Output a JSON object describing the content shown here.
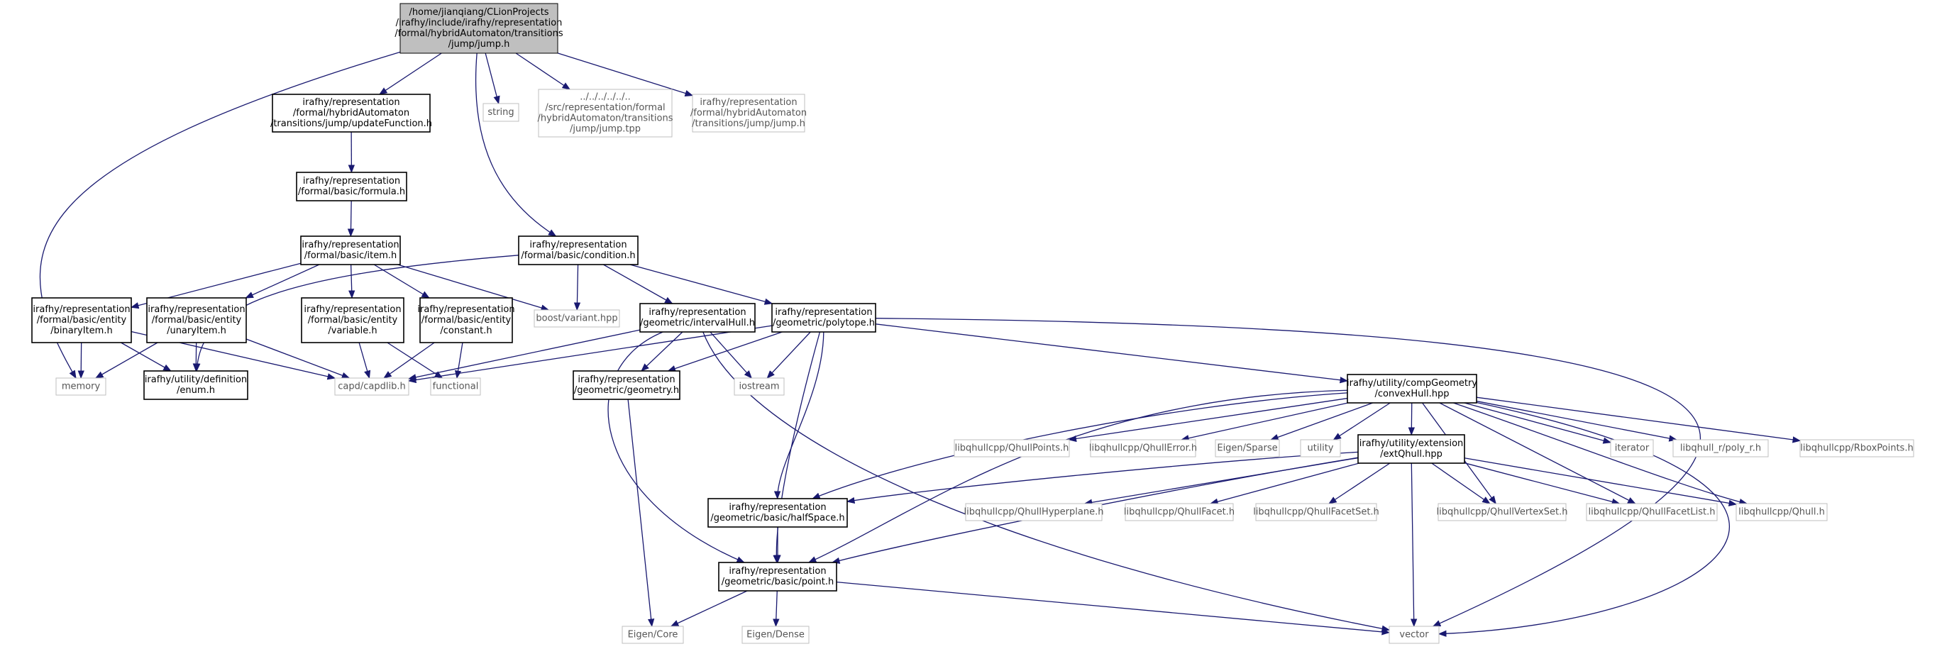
{
  "title": "Include dependency graph for jump.h",
  "nodes": [
    {
      "id": "root",
      "lines": [
        "/home/jianqiang/CLionProjects",
        "/irafhy/include/irafhy/representation",
        "/formal/hybridAutomaton/transitions",
        "/jump/jump.h"
      ],
      "style": "root"
    },
    {
      "id": "updateFunction",
      "lines": [
        "irafhy/representation",
        "/formal/hybridAutomaton",
        "/transitions/jump/updateFunction.h"
      ],
      "style": "doc"
    },
    {
      "id": "string",
      "lines": [
        "string"
      ],
      "style": "ext"
    },
    {
      "id": "jump_tpp",
      "lines": [
        "../../../../../..",
        "/src/representation/formal",
        "/hybridAutomaton/transitions",
        "/jump/jump.tpp"
      ],
      "style": "ext"
    },
    {
      "id": "jump_h",
      "lines": [
        "irafhy/representation",
        "/formal/hybridAutomaton",
        "/transitions/jump/jump.h"
      ],
      "style": "ext"
    },
    {
      "id": "formula",
      "lines": [
        "irafhy/representation",
        "/formal/basic/formula.h"
      ],
      "style": "doc"
    },
    {
      "id": "item",
      "lines": [
        "irafhy/representation",
        "/formal/basic/item.h"
      ],
      "style": "doc"
    },
    {
      "id": "condition",
      "lines": [
        "irafhy/representation",
        "/formal/basic/condition.h"
      ],
      "style": "doc"
    },
    {
      "id": "binaryItem",
      "lines": [
        "irafhy/representation",
        "/formal/basic/entity",
        "/binaryItem.h"
      ],
      "style": "doc"
    },
    {
      "id": "unaryItem",
      "lines": [
        "irafhy/representation",
        "/formal/basic/entity",
        "/unaryItem.h"
      ],
      "style": "doc"
    },
    {
      "id": "variable",
      "lines": [
        "irafhy/representation",
        "/formal/basic/entity",
        "/variable.h"
      ],
      "style": "doc"
    },
    {
      "id": "constant",
      "lines": [
        "irafhy/representation",
        "/formal/basic/entity",
        "/constant.h"
      ],
      "style": "doc"
    },
    {
      "id": "boost_variant",
      "lines": [
        "boost/variant.hpp"
      ],
      "style": "ext"
    },
    {
      "id": "intervalHull",
      "lines": [
        "irafhy/representation",
        "/geometric/intervalHull.h"
      ],
      "style": "doc"
    },
    {
      "id": "polytope",
      "lines": [
        "irafhy/representation",
        "/geometric/polytope.h"
      ],
      "style": "doc"
    },
    {
      "id": "memory",
      "lines": [
        "memory"
      ],
      "style": "ext"
    },
    {
      "id": "enum",
      "lines": [
        "irafhy/utility/definition",
        "/enum.h"
      ],
      "style": "doc"
    },
    {
      "id": "capdlib",
      "lines": [
        "capd/capdlib.h"
      ],
      "style": "ext"
    },
    {
      "id": "functional",
      "lines": [
        "functional"
      ],
      "style": "ext"
    },
    {
      "id": "geometry",
      "lines": [
        "irafhy/representation",
        "/geometric/geometry.h"
      ],
      "style": "doc"
    },
    {
      "id": "iostream",
      "lines": [
        "iostream"
      ],
      "style": "ext"
    },
    {
      "id": "convexHull",
      "lines": [
        "irafhy/utility/compGeometry",
        "/convexHull.hpp"
      ],
      "style": "doc"
    },
    {
      "id": "QhullPoints",
      "lines": [
        "libqhullcpp/QhullPoints.h"
      ],
      "style": "ext"
    },
    {
      "id": "QhullError",
      "lines": [
        "libqhullcpp/QhullError.h"
      ],
      "style": "ext"
    },
    {
      "id": "EigenSparse",
      "lines": [
        "Eigen/Sparse"
      ],
      "style": "ext"
    },
    {
      "id": "utility",
      "lines": [
        "utility"
      ],
      "style": "ext"
    },
    {
      "id": "extQhull",
      "lines": [
        "irafhy/utility/extension",
        "/extQhull.hpp"
      ],
      "style": "doc"
    },
    {
      "id": "iterator",
      "lines": [
        "iterator"
      ],
      "style": "ext"
    },
    {
      "id": "poly_r",
      "lines": [
        "libqhull_r/poly_r.h"
      ],
      "style": "ext"
    },
    {
      "id": "RboxPoints",
      "lines": [
        "libqhullcpp/RboxPoints.h"
      ],
      "style": "ext"
    },
    {
      "id": "halfSpace",
      "lines": [
        "irafhy/representation",
        "/geometric/basic/halfSpace.h"
      ],
      "style": "doc"
    },
    {
      "id": "QhullHyperplane",
      "lines": [
        "libqhullcpp/QhullHyperplane.h"
      ],
      "style": "ext"
    },
    {
      "id": "QhullFacet",
      "lines": [
        "libqhullcpp/QhullFacet.h"
      ],
      "style": "ext"
    },
    {
      "id": "QhullFacetSet",
      "lines": [
        "libqhullcpp/QhullFacetSet.h"
      ],
      "style": "ext"
    },
    {
      "id": "QhullVertexSet",
      "lines": [
        "libqhullcpp/QhullVertexSet.h"
      ],
      "style": "ext"
    },
    {
      "id": "QhullFacetList",
      "lines": [
        "libqhullcpp/QhullFacetList.h"
      ],
      "style": "ext"
    },
    {
      "id": "Qhull",
      "lines": [
        "libqhullcpp/Qhull.h"
      ],
      "style": "ext"
    },
    {
      "id": "point",
      "lines": [
        "irafhy/representation",
        "/geometric/basic/point.h"
      ],
      "style": "doc"
    },
    {
      "id": "EigenCore",
      "lines": [
        "Eigen/Core"
      ],
      "style": "ext"
    },
    {
      "id": "EigenDense",
      "lines": [
        "Eigen/Dense"
      ],
      "style": "ext"
    },
    {
      "id": "vector",
      "lines": [
        "vector"
      ],
      "style": "ext"
    }
  ],
  "edges": [
    [
      "root",
      "memory"
    ],
    [
      "root",
      "updateFunction"
    ],
    [
      "root",
      "string"
    ],
    [
      "root",
      "jump_tpp"
    ],
    [
      "root",
      "jump_h"
    ],
    [
      "root",
      "condition"
    ],
    [
      "updateFunction",
      "formula"
    ],
    [
      "formula",
      "item"
    ],
    [
      "item",
      "binaryItem"
    ],
    [
      "item",
      "unaryItem"
    ],
    [
      "item",
      "variable"
    ],
    [
      "item",
      "constant"
    ],
    [
      "item",
      "boost_variant"
    ],
    [
      "condition",
      "enum"
    ],
    [
      "condition",
      "boost_variant"
    ],
    [
      "condition",
      "intervalHull"
    ],
    [
      "condition",
      "polytope"
    ],
    [
      "binaryItem",
      "memory"
    ],
    [
      "binaryItem",
      "enum"
    ],
    [
      "binaryItem",
      "capdlib"
    ],
    [
      "unaryItem",
      "memory"
    ],
    [
      "unaryItem",
      "enum"
    ],
    [
      "unaryItem",
      "capdlib"
    ],
    [
      "variable",
      "capdlib"
    ],
    [
      "variable",
      "functional"
    ],
    [
      "constant",
      "capdlib"
    ],
    [
      "constant",
      "functional"
    ],
    [
      "intervalHull",
      "capdlib"
    ],
    [
      "intervalHull",
      "geometry"
    ],
    [
      "intervalHull",
      "iostream"
    ],
    [
      "intervalHull",
      "point"
    ],
    [
      "intervalHull",
      "vector"
    ],
    [
      "polytope",
      "capdlib"
    ],
    [
      "polytope",
      "geometry"
    ],
    [
      "polytope",
      "iostream"
    ],
    [
      "polytope",
      "convexHull"
    ],
    [
      "polytope",
      "halfSpace"
    ],
    [
      "polytope",
      "point"
    ],
    [
      "polytope",
      "vector"
    ],
    [
      "geometry",
      "EigenCore"
    ],
    [
      "convexHull",
      "QhullPoints"
    ],
    [
      "convexHull",
      "QhullError"
    ],
    [
      "convexHull",
      "EigenSparse"
    ],
    [
      "convexHull",
      "utility"
    ],
    [
      "convexHull",
      "extQhull"
    ],
    [
      "convexHull",
      "iterator"
    ],
    [
      "convexHull",
      "poly_r"
    ],
    [
      "convexHull",
      "RboxPoints"
    ],
    [
      "convexHull",
      "halfSpace"
    ],
    [
      "convexHull",
      "point"
    ],
    [
      "convexHull",
      "QhullVertexSet"
    ],
    [
      "convexHull",
      "QhullFacetList"
    ],
    [
      "convexHull",
      "Qhull"
    ],
    [
      "convexHull",
      "vector"
    ],
    [
      "extQhull",
      "halfSpace"
    ],
    [
      "extQhull",
      "point"
    ],
    [
      "extQhull",
      "QhullHyperplane"
    ],
    [
      "extQhull",
      "QhullFacet"
    ],
    [
      "extQhull",
      "QhullFacetSet"
    ],
    [
      "extQhull",
      "QhullVertexSet"
    ],
    [
      "extQhull",
      "QhullFacetList"
    ],
    [
      "extQhull",
      "Qhull"
    ],
    [
      "extQhull",
      "vector"
    ],
    [
      "halfSpace",
      "point"
    ],
    [
      "point",
      "EigenCore"
    ],
    [
      "point",
      "EigenDense"
    ],
    [
      "point",
      "vector"
    ]
  ],
  "colors": {
    "edge": "#191970",
    "root_fill": "#bfbfbf",
    "doc_stroke": "#000000",
    "ext_stroke": "#bfbfbf"
  }
}
